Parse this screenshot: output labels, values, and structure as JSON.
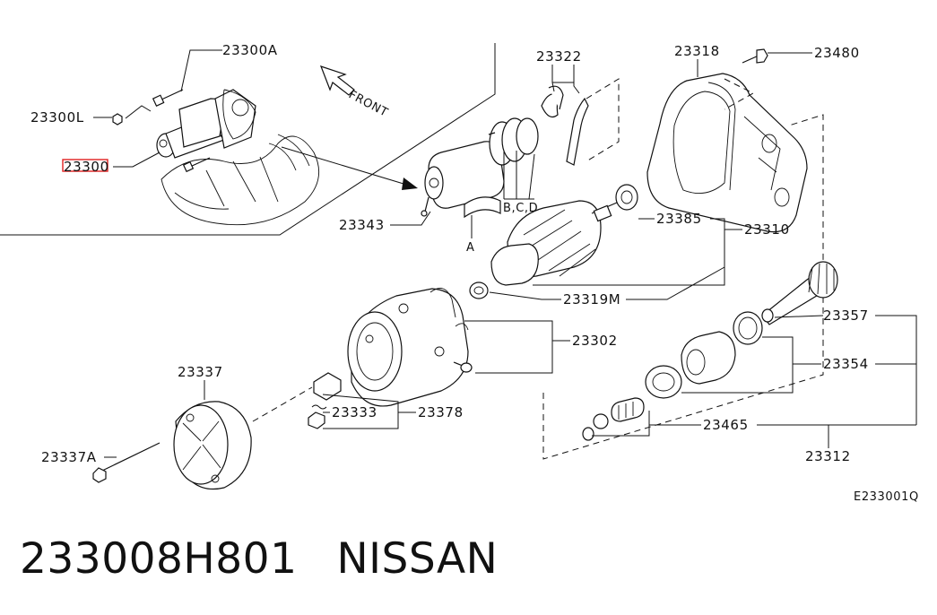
{
  "callouts": {
    "p23300A": "23300A",
    "p23300L": "23300L",
    "p23300": "23300",
    "front": "FRONT",
    "p23322": "23322",
    "p23318": "23318",
    "p23480": "23480",
    "p23343": "23343",
    "bcd": "B,C,D",
    "a": "A",
    "p23385": "23385",
    "p23310": "23310",
    "p23319M": "23319M",
    "p23302": "23302",
    "p23357": "23357",
    "p23354": "23354",
    "p23337": "23337",
    "p23337A": "23337A",
    "p23333": "23333",
    "p23378": "23378",
    "p23465": "23465",
    "p23312": "23312",
    "code": "E233001Q"
  },
  "highlight_color": "#e02020",
  "footer": {
    "part_number": "233008H801",
    "brand": "NISSAN"
  }
}
